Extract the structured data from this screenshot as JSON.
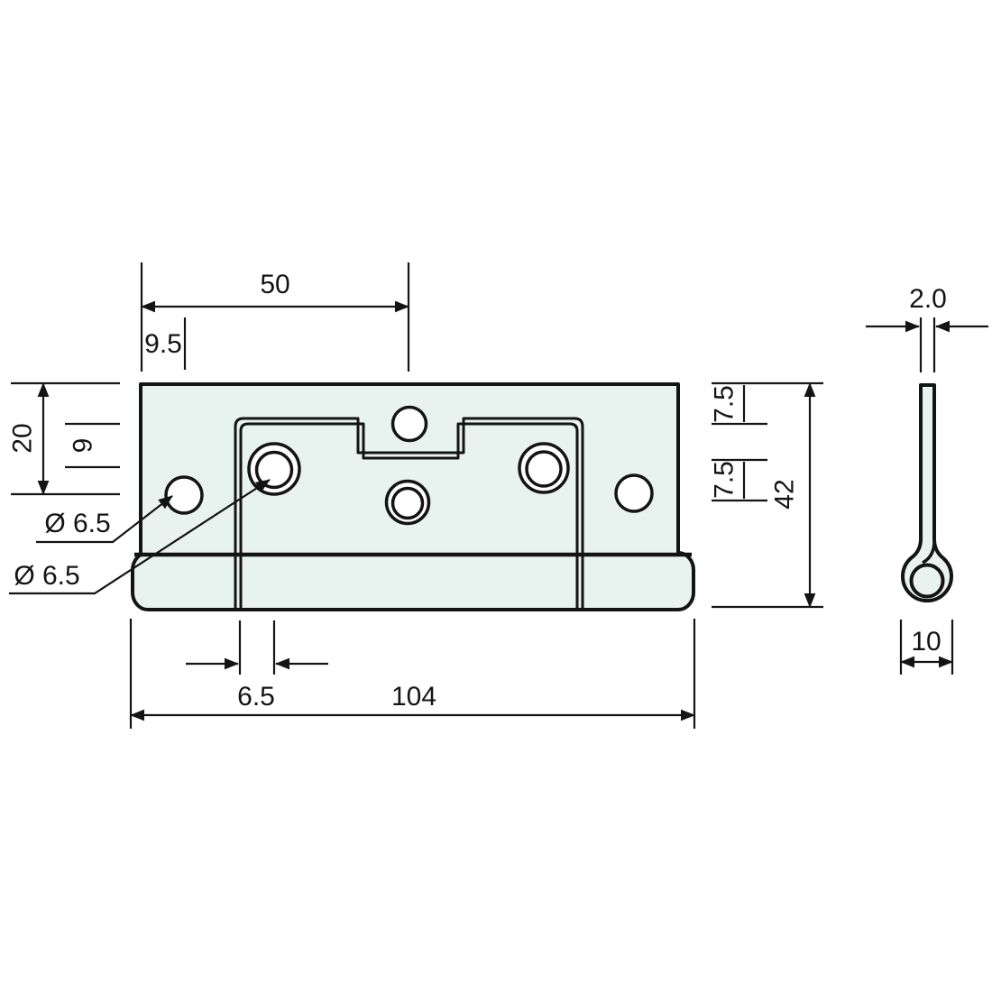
{
  "drawing": {
    "colors": {
      "part_fill": "#e8f3ef",
      "line_color": "#141414"
    },
    "front_view": {
      "dim_hole_span_top": "50",
      "dim_end_hole_offset": "9.5",
      "dim_edge_to_hole_row": "20",
      "dim_flap_to_hole_row": "9",
      "leader_plain_hole_dia": "Ø 6.5",
      "leader_countersunk_hole_dia": "Ø 6.5",
      "dim_flap_edge_to_hole": "6.5",
      "dim_total_width": "104",
      "dim_top_to_flap": "7.5",
      "dim_notch_to_hole_row": "7.5",
      "dim_total_height": "42"
    },
    "side_view": {
      "dim_leaf_thickness": "2.0",
      "dim_knuckle_diameter": "10"
    }
  }
}
